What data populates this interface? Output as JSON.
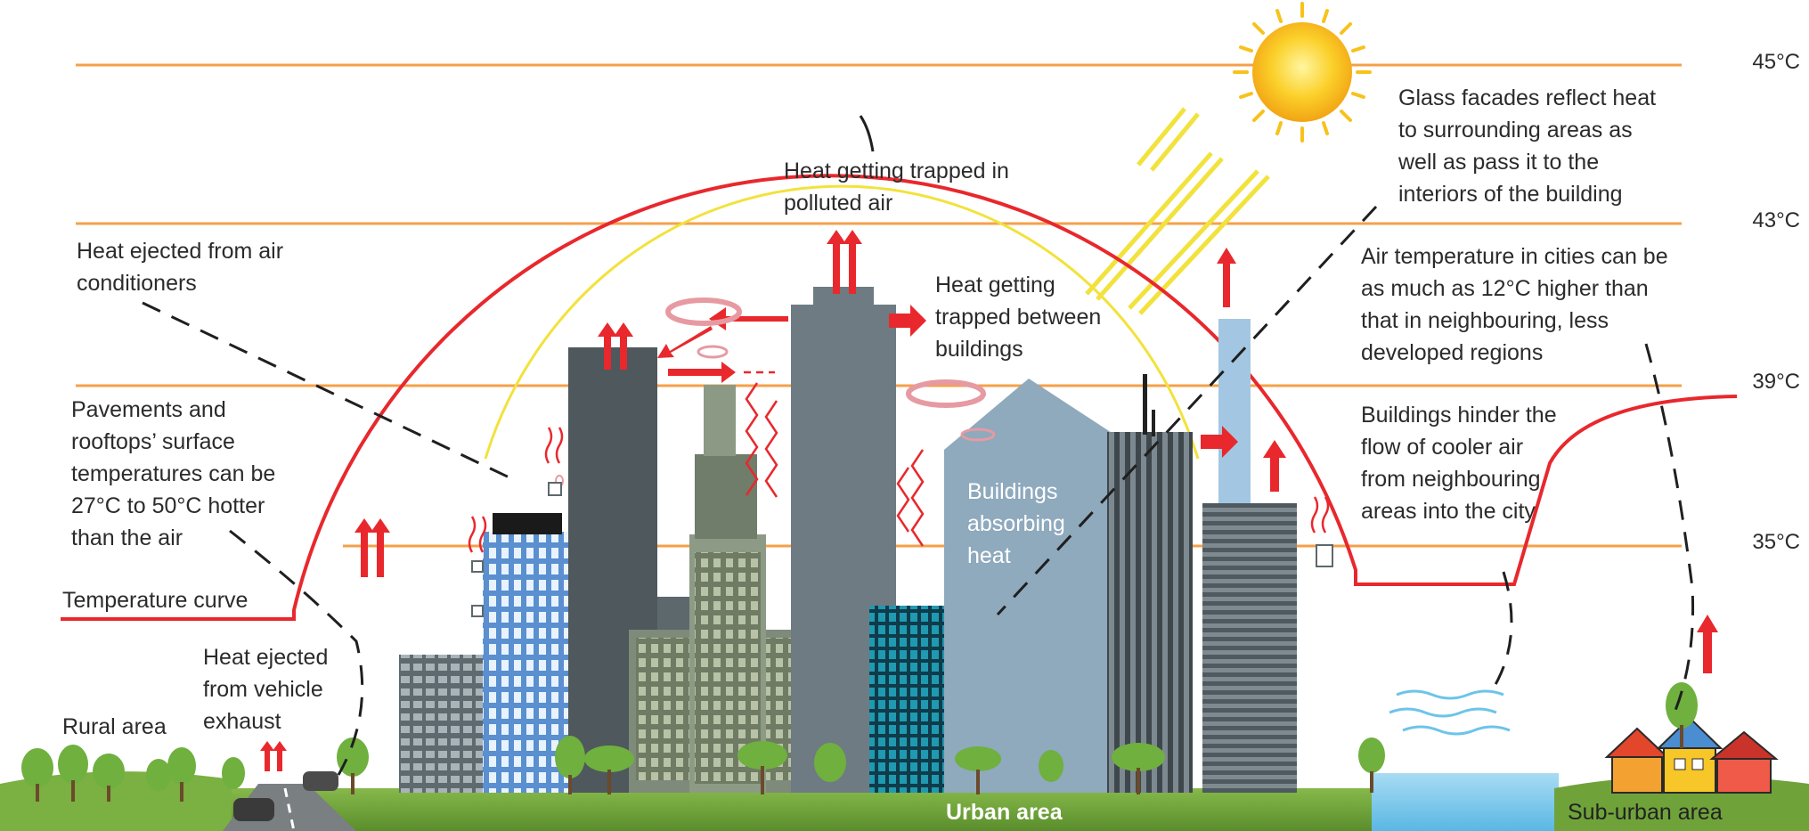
{
  "temperature_marks": [
    "45°C",
    "43°C",
    "39°C",
    "35°C"
  ],
  "labels": {
    "ac_heat": [
      "Heat ejected from air",
      "conditioners"
    ],
    "pavements": [
      "Pavements and",
      "rooftops’ surface",
      "temperatures can be",
      "27°C to 50°C hotter",
      "than the air"
    ],
    "temperature_curve": "Temperature curve",
    "vehicle_heat": [
      "Heat ejected",
      "from vehicle",
      "exhaust"
    ],
    "rural_area": "Rural area",
    "polluted_air": [
      "Heat getting trapped in",
      "polluted air"
    ],
    "between_buildings": [
      "Heat getting",
      "trapped between",
      "buildings"
    ],
    "absorbing": [
      "Buildings",
      "absorbing",
      "heat"
    ],
    "glass_facades": [
      "Glass facades reflect heat",
      "to surrounding areas as",
      "well as pass it to the",
      "interiors of the building"
    ],
    "air_temperature": [
      "Air temperature in cities can be",
      "as much as 12°C higher than",
      "that in neighbouring, less",
      "developed regions"
    ],
    "hinder_flow": [
      "Buildings hinder the",
      "flow of cooler air",
      "from neighbouring",
      "areas into the city"
    ],
    "urban_area": "Urban area",
    "suburban_area": "Sub-urban area"
  },
  "colors": {
    "temperature_line": "#f5a04a",
    "temperature_curve": "#e8282d",
    "polluted_arc": "#f2e23c",
    "heat_arrow": "#e8282d",
    "sun": "#f7c21c",
    "grass": "#6fa33a",
    "water": "#7ac8ec"
  }
}
